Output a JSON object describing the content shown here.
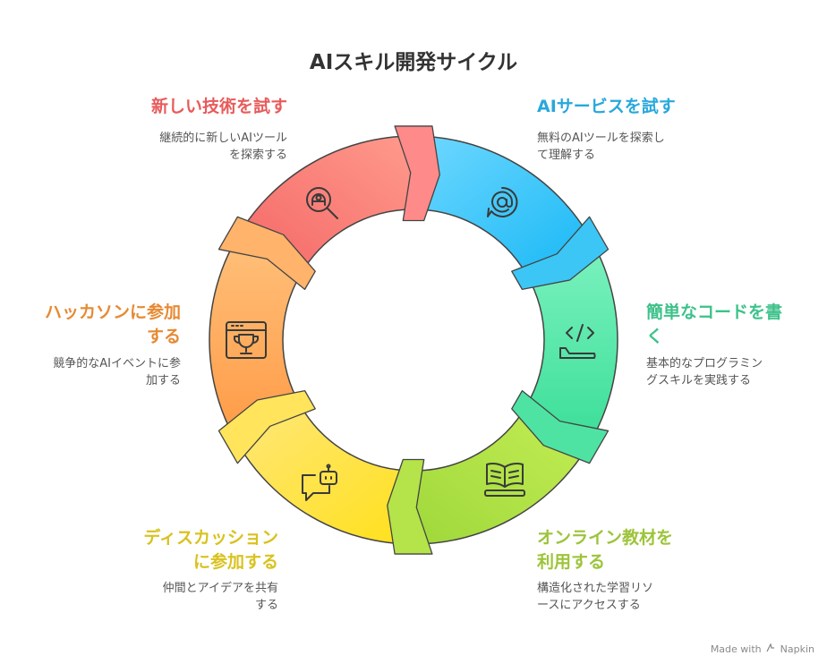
{
  "title": "AIスキル開発サイクル",
  "colors": {
    "red": "#E85B5B",
    "blue": "#27A8DC",
    "green": "#3CC28A",
    "lime": "#9DC43A",
    "yellow": "#D9C21E",
    "orange": "#E68A33"
  },
  "segments": [
    {
      "key": "new-tech",
      "title": "新しい技術を試す",
      "description": [
        "継続的に新しいAIツール",
        "を探索する"
      ],
      "icon": "search-robot-icon",
      "color": "#E85B5B"
    },
    {
      "key": "ai-services",
      "title": "AIサービスを試す",
      "description": [
        "無料のAIツールを探索し",
        "て理解する"
      ],
      "icon": "at-sign-chat-icon",
      "color": "#27A8DC"
    },
    {
      "key": "simple-code",
      "title_lines": [
        "簡単なコードを書",
        "く"
      ],
      "description": [
        "基本的なプログラミン",
        "グスキルを実践する"
      ],
      "icon": "code-icon",
      "color": "#3CC28A"
    },
    {
      "key": "online-materials",
      "title_lines": [
        "オンライン教材を",
        "利用する"
      ],
      "description": [
        "構造化された学習リソ",
        "ースにアクセスする"
      ],
      "icon": "open-book-icon",
      "color": "#9DC43A"
    },
    {
      "key": "discussion",
      "title_lines": [
        "ディスカッション",
        "に参加する"
      ],
      "description": [
        "仲間とアイデアを共有",
        "する"
      ],
      "icon": "chat-bot-icon",
      "color": "#D9C21E"
    },
    {
      "key": "hackathon",
      "title_lines": [
        "ハッカソンに参加",
        "する"
      ],
      "description": [
        "競争的なAIイベントに参",
        "加する"
      ],
      "icon": "trophy-window-icon",
      "color": "#E68A33"
    }
  ],
  "footer": {
    "made_with": "Made with",
    "brand": "Napkin"
  }
}
